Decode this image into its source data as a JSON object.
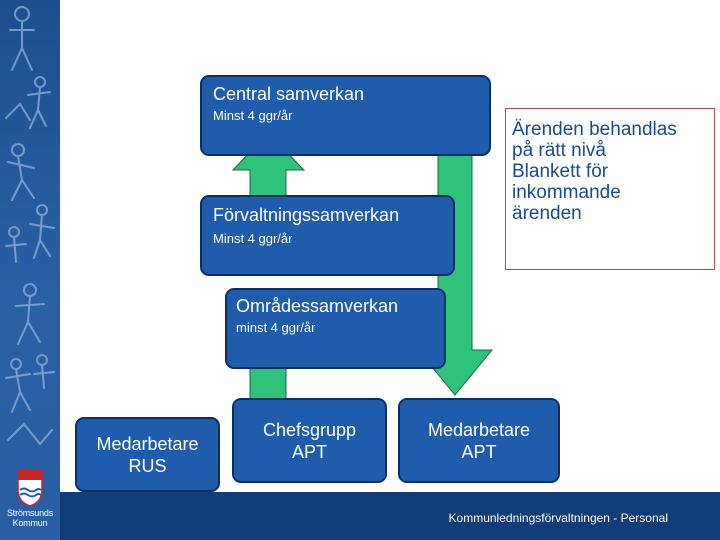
{
  "boxes": {
    "central": {
      "title": "Central samverkan",
      "subtitle": "Minst 4 ggr/år"
    },
    "forvaltning": {
      "title": "Förvaltningssamverkan",
      "subtitle": "Minst 4 ggr/år"
    },
    "omrade": {
      "title": "Områdessamverkan",
      "subtitle": "minst 4 ggr/år"
    },
    "rus": {
      "line1": "Medarbetare",
      "line2": "RUS"
    },
    "chefsgrupp": {
      "line1": "Chefsgrupp",
      "line2": "APT"
    },
    "medarbetare_apt": {
      "line1": "Medarbetare",
      "line2": "APT"
    }
  },
  "callout": {
    "lines": [
      "Ärenden behandlas",
      "på rätt nivå",
      "Blankett för",
      "inkommande",
      "ärenden"
    ]
  },
  "footer": {
    "text": "Kommunledningsförvaltningen - Personal"
  },
  "logo": {
    "line1": "Strömsunds",
    "line2": "Kommun"
  },
  "colors": {
    "box_fill": "#1f5cac",
    "box_border": "#0c2f5f",
    "arrow_fill": "#2ec27a",
    "callout_text": "#1a4a8c",
    "sidebar": "#2b5fa6",
    "footer_band": "#123d78"
  }
}
